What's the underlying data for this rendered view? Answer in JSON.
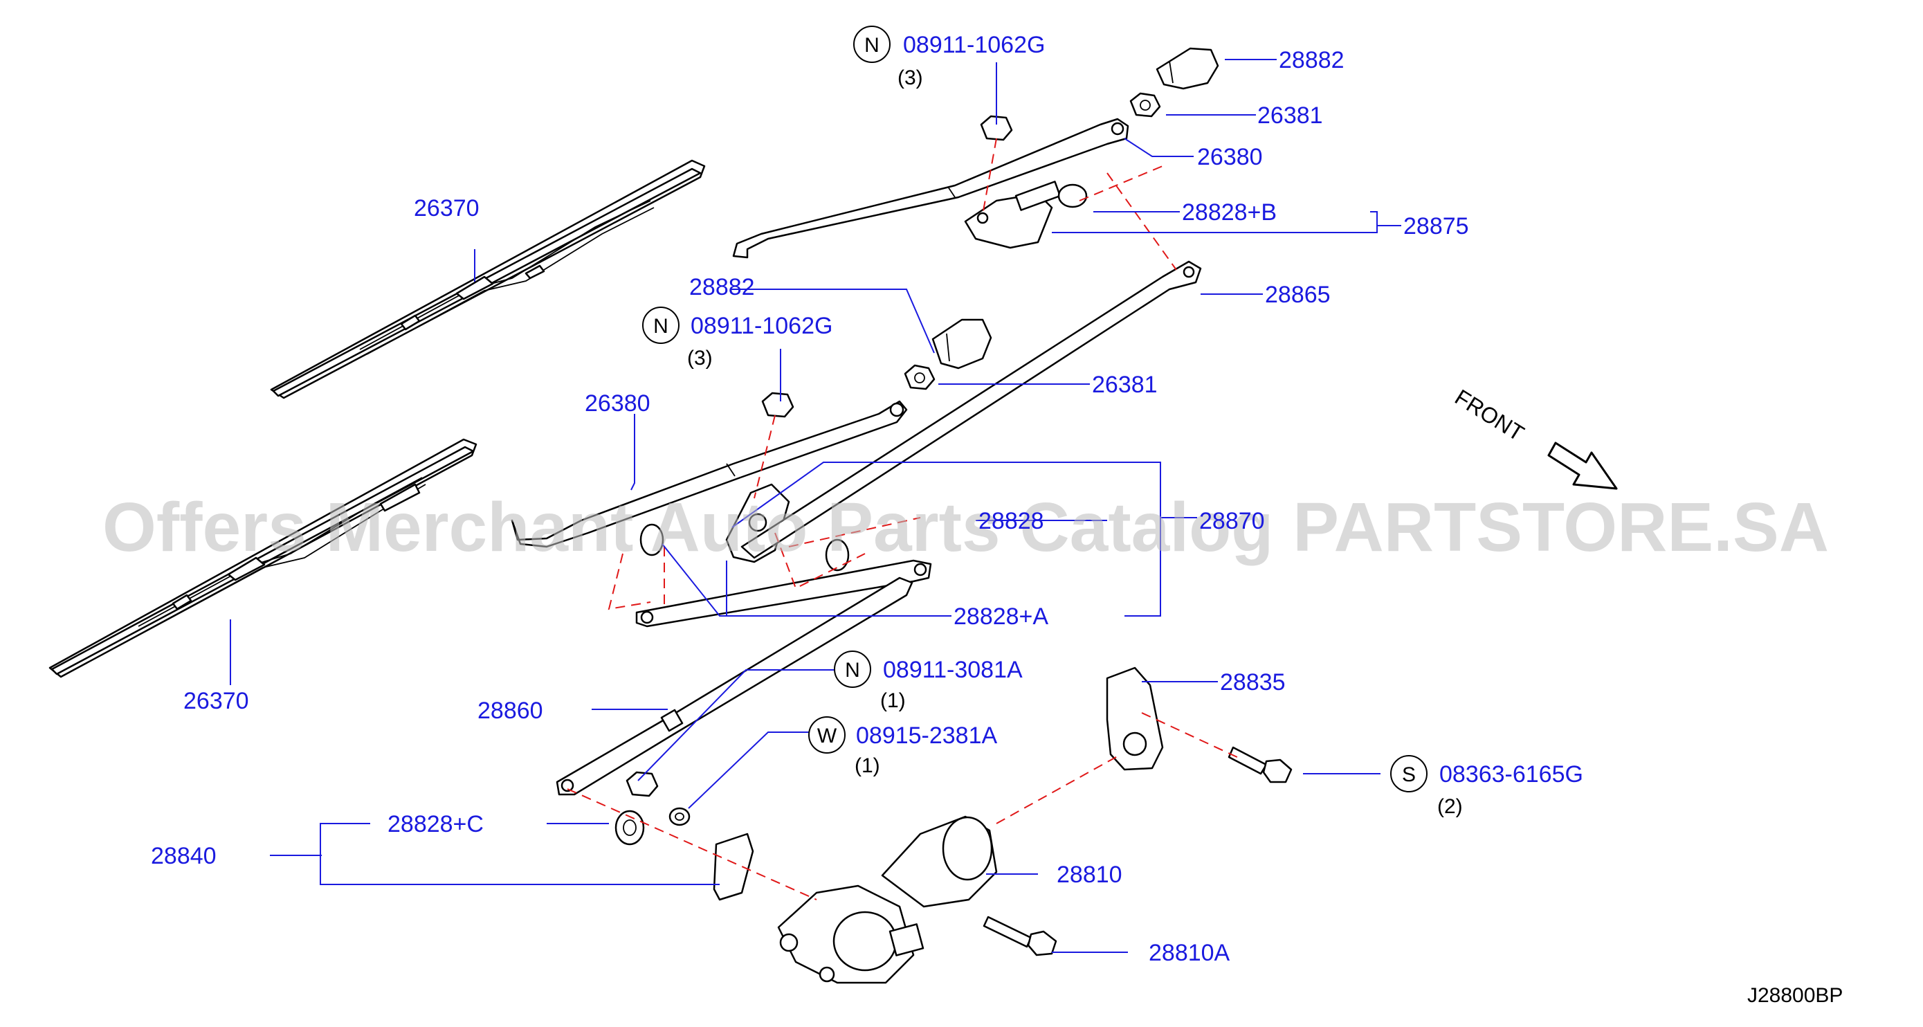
{
  "watermark": "Offers Merchant Auto Parts Catalog PARTSTORE.SA",
  "diagram_code": "J28800BP",
  "front_label": "FRONT",
  "labels": {
    "p28882_top": "28882",
    "p26381_top": "26381",
    "p26380_top": "26380",
    "p28828b": "28828+B",
    "p28875": "28875",
    "p28865": "28865",
    "p26370_top": "26370",
    "p28882_mid": "28882",
    "p26381_mid": "26381",
    "p26380_mid": "26380",
    "p28828": "28828",
    "p28870": "28870",
    "p28828a": "28828+A",
    "p26370_bot": "26370",
    "p28860": "28860",
    "p28835": "28835",
    "p28840": "28840",
    "p28828c": "28828+C",
    "p28810": "28810",
    "p28810a": "28810A"
  },
  "fasteners": [
    {
      "symbol": "N",
      "part": "08911-1062G",
      "qty": "(3)"
    },
    {
      "symbol": "N",
      "part": "08911-1062G",
      "qty": "(3)"
    },
    {
      "symbol": "N",
      "part": "08911-3081A",
      "qty": "(1)"
    },
    {
      "symbol": "W",
      "part": "08915-2381A",
      "qty": "(1)"
    },
    {
      "symbol": "S",
      "part": "08363-6165G",
      "qty": "(2)"
    }
  ]
}
